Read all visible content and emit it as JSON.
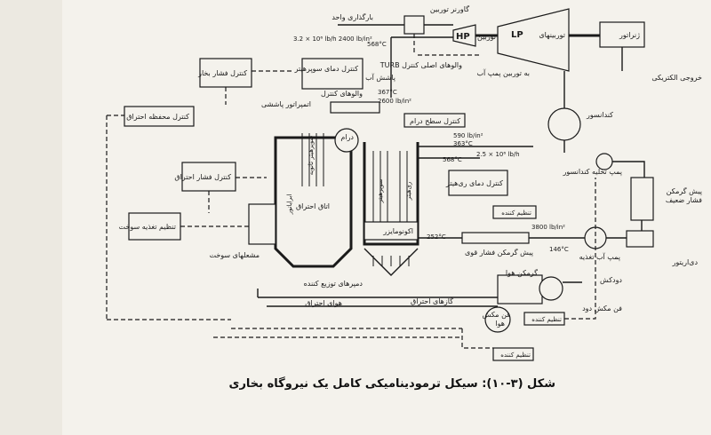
{
  "labels": {
    "turbine_governor": "گاورنر توربین",
    "unit_load": "بارگذاری واحد",
    "hp": "HP",
    "turbine": "توربین",
    "lp": "LP",
    "lp_turbines": "توربینهای",
    "generator": "ژنراتور",
    "electric_output": "خروجی الکتریکی",
    "main_steam_pressure": "3.2 × 10⁶ lb/h  2400 lb/in²",
    "main_steam_temp": "568°C",
    "turbine_main_valves": "TURB والوهای اصلی کنترل",
    "to_turbine_pump": "به توربین پمپ آب",
    "steam_pressure_control": "کنترل فشار بخار",
    "superheater_temp_control": "کنترل دمای سوپرهیتر",
    "spray_water": "پاشش آب",
    "spray_temp": "367°C",
    "spray_pressure": "2600 lb/in²",
    "control_valves": "والوهای کنترل",
    "spray_attemperator": "اتمپراتور پاششی",
    "condenser": "کندانسور",
    "furnace_safety_control": "کنترل محفظه احتراق",
    "drum": "درام",
    "drum_level_control": "کنترل سطح درام",
    "reheat_pressure": "590 lb/in²",
    "reheat_temp": "363°C",
    "reheat_flow": "2.5 × 10⁶ lb/h",
    "reheat_out_temp": "568°C",
    "condensate_pump": "پمپ تخلیه کندانسور",
    "combustion_pressure_control": "کنترل فشار احتراق",
    "reheater_temp_control": "کنترل دمای ری‌هیتر",
    "lp_heater_1": "پیش گرمکن",
    "lp_heater_2": "فشار ضعیف",
    "fuel_feed_control": "تنظیم تغذیه سوخت",
    "furnace": "اتاق احتراق",
    "waterwall": "ابرایاتور",
    "superheater": "سوپرهیتر",
    "reheater": "ری‌هیتر",
    "economizer": "اکونومایزر",
    "platen": "سوپرهیتر ثانویه",
    "regulator": "تنظیم کننده",
    "feed_pressure": "3800 lb/in²",
    "feed_temp": "146°C",
    "feed_pump": "پمپ آب تغذیه",
    "eco_temp": "252°C",
    "hp_heater": "پیش گرمکن فشار قوی",
    "deaerator": "دی‌اریتور",
    "fuel_burners": "مشعلهای سوخت",
    "dampers": "دمپرهای توزیع کننده",
    "air_heater": "گرمکن هوا",
    "stack": "دودکش",
    "flue_gases": "گازهای احتراق",
    "combustion_air": "هوای احتراق",
    "id_fan": "فن مکش دود",
    "fd_fan_1": "فن مکش",
    "fd_fan_2": "هوا",
    "regulator_2": "تنظیم کننده",
    "regulator_3": "تنظیم کننده",
    "caption": "شکل (۳-۱۰): سیکل ترمودینامیکی کامل یک نیروگاه بخاری"
  }
}
